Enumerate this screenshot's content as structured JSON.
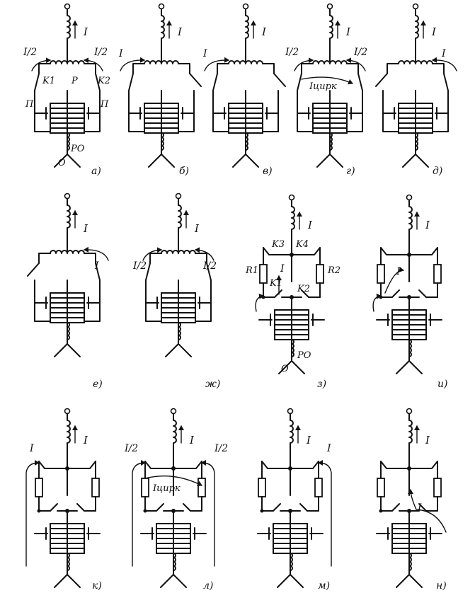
{
  "labels": {
    "current": "I",
    "half_current": "I/2",
    "circulating_current": "Iцирк",
    "contact_k1": "K1",
    "contact_k2": "K2",
    "contact_k3": "K3",
    "contact_k4": "K4",
    "reactor": "P",
    "resistor_r1": "R1",
    "resistor_r2": "R2",
    "selector_p": "П",
    "reversing_switch": "PO",
    "neutral": "O"
  },
  "panels": [
    {
      "id": "a",
      "caption": "а)"
    },
    {
      "id": "b",
      "caption": "б)"
    },
    {
      "id": "v",
      "caption": "в)"
    },
    {
      "id": "g",
      "caption": "г)"
    },
    {
      "id": "d",
      "caption": "д)"
    },
    {
      "id": "e",
      "caption": "е)"
    },
    {
      "id": "zh",
      "caption": "ж)"
    },
    {
      "id": "z",
      "caption": "з)"
    },
    {
      "id": "i",
      "caption": "и)"
    },
    {
      "id": "k",
      "caption": "к)"
    },
    {
      "id": "l",
      "caption": "л)"
    },
    {
      "id": "m",
      "caption": "м)"
    },
    {
      "id": "n",
      "caption": "н)"
    }
  ]
}
